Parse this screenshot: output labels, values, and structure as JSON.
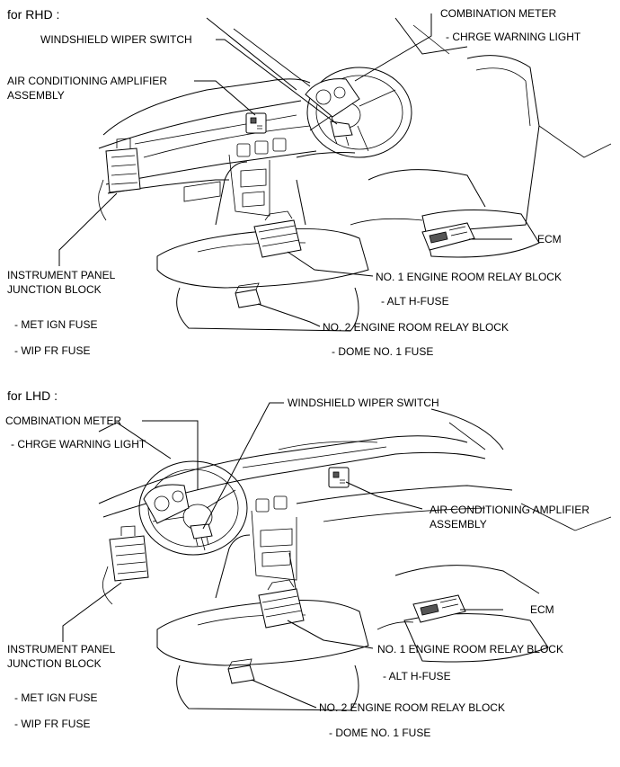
{
  "rhd": {
    "heading": "for RHD :",
    "combination_meter": "COMBINATION METER",
    "charge_warning_light": "- CHRGE WARNING LIGHT",
    "wiper_switch": "WINDSHIELD WIPER SWITCH",
    "ac_amplifier_line1": "AIR CONDITIONING AMPLIFIER",
    "ac_amplifier_line2": "ASSEMBLY",
    "ecm": "ECM",
    "ip_junction_line1": "INSTRUMENT PANEL",
    "ip_junction_line2": "JUNCTION BLOCK",
    "met_ign_fuse": "- MET IGN FUSE",
    "wip_fr_fuse": "- WIP FR FUSE",
    "relay_block_1": "NO. 1 ENGINE ROOM RELAY BLOCK",
    "alt_h_fuse": "- ALT H-FUSE",
    "relay_block_2": "NO. 2 ENGINE ROOM RELAY BLOCK",
    "dome_fuse": "- DOME NO. 1 FUSE"
  },
  "lhd": {
    "heading": "for LHD :",
    "combination_meter": "COMBINATION METER",
    "charge_warning_light": "- CHRGE WARNING LIGHT",
    "wiper_switch": "WINDSHIELD WIPER SWITCH",
    "ac_amplifier_line1": "AIR CONDITIONING AMPLIFIER",
    "ac_amplifier_line2": "ASSEMBLY",
    "ecm": "ECM",
    "ip_junction_line1": "INSTRUMENT PANEL",
    "ip_junction_line2": "JUNCTION BLOCK",
    "met_ign_fuse": "- MET IGN FUSE",
    "wip_fr_fuse": "- WIP FR FUSE",
    "relay_block_1": "NO. 1 ENGINE ROOM RELAY BLOCK",
    "alt_h_fuse": "- ALT H-FUSE",
    "relay_block_2": "NO. 2 ENGINE ROOM RELAY BLOCK",
    "dome_fuse": "- DOME NO. 1 FUSE"
  }
}
